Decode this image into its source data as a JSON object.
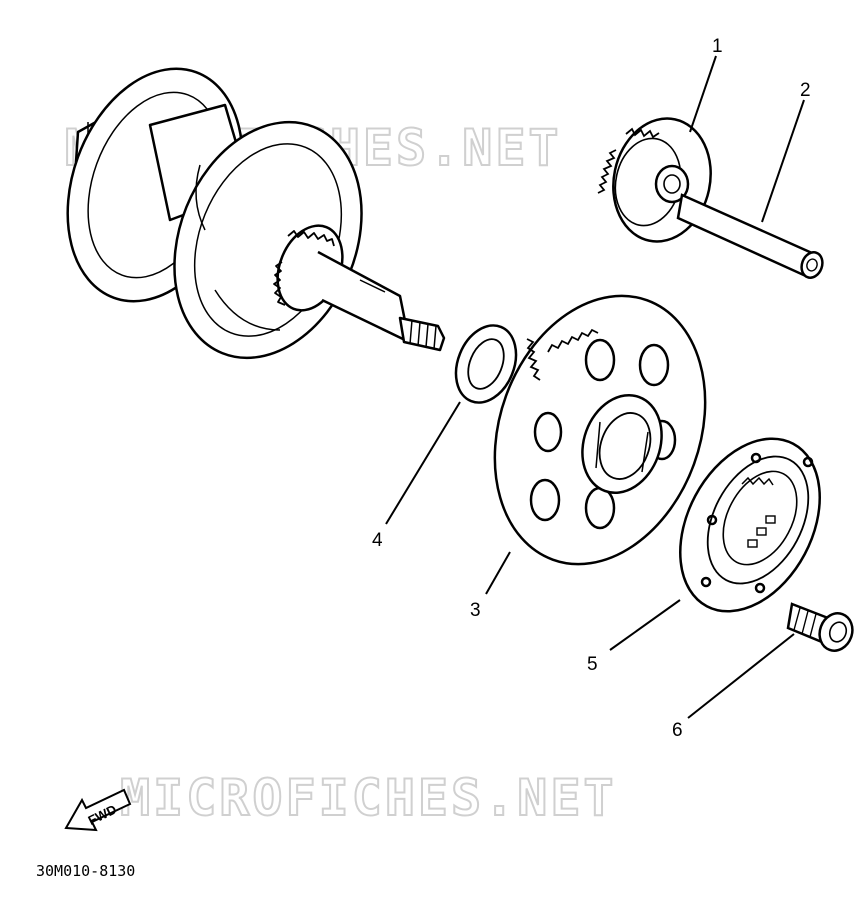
{
  "diagram": {
    "callouts": [
      "1",
      "2",
      "3",
      "4",
      "5",
      "6"
    ],
    "watermark": "MICROFICHES.NET",
    "direction_label": "FWD",
    "drawing_code": "30M010-8130"
  }
}
